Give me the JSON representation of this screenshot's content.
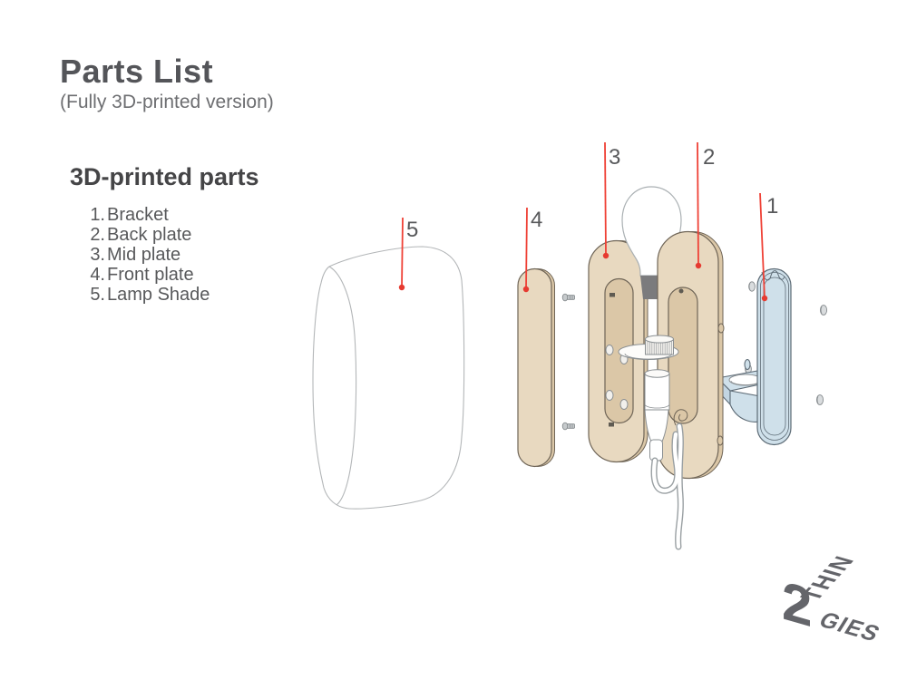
{
  "header": {
    "title": "Parts List",
    "subtitle": "(Fully 3D-printed version)"
  },
  "parts_list": {
    "heading": "3D-printed parts",
    "items": [
      {
        "num": "1.",
        "label": "Bracket"
      },
      {
        "num": "2.",
        "label": "Back plate"
      },
      {
        "num": "3.",
        "label": "Mid plate"
      },
      {
        "num": "4.",
        "label": "Front plate"
      },
      {
        "num": "5.",
        "label": "Lamp Shade"
      }
    ]
  },
  "diagram": {
    "callouts": [
      {
        "n": "1",
        "part": "bracket"
      },
      {
        "n": "2",
        "part": "back-plate"
      },
      {
        "n": "3",
        "part": "mid-plate"
      },
      {
        "n": "4",
        "part": "front-plate"
      },
      {
        "n": "5",
        "part": "lamp-shade"
      }
    ],
    "colors": {
      "plate_tan": "#e8d9c0",
      "plate_edge_tan": "#dbc7a7",
      "plate_outline": "#6f6557",
      "bracket_blue": "#cfe0ea",
      "bracket_outline": "#5d6b76",
      "leader_red": "#ef4136",
      "bulb_base_gray": "#7b7b7d",
      "lineart_gray": "#aab0b3",
      "label_gray": "#58595b"
    }
  },
  "logo": {
    "digit": "2",
    "top_word": "THIN",
    "right_word": "GIES",
    "color": "#64656a"
  }
}
